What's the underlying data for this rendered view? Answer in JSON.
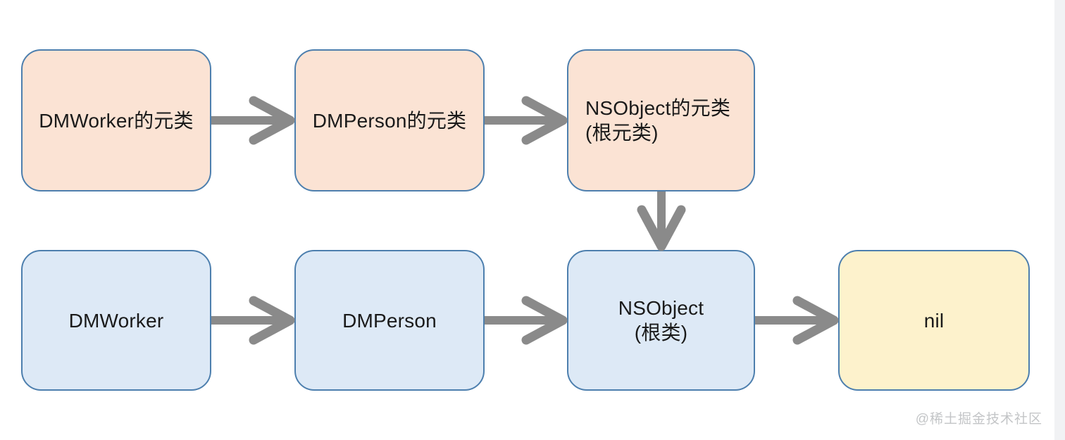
{
  "nodes": {
    "dmworker_meta": {
      "label": "DMWorker的元类"
    },
    "dmperson_meta": {
      "label": "DMPerson的元类"
    },
    "nsobject_meta": {
      "line1": "NSObject的元类",
      "line2": "(根元类)"
    },
    "dmworker": {
      "label": "DMWorker"
    },
    "dmperson": {
      "label": "DMPerson"
    },
    "nsobject": {
      "line1": "NSObject",
      "line2": "(根类)"
    },
    "nil": {
      "label": "nil"
    }
  },
  "edges": [
    {
      "from": "dmworker_meta",
      "to": "dmperson_meta",
      "direction": "right"
    },
    {
      "from": "dmperson_meta",
      "to": "nsobject_meta",
      "direction": "right"
    },
    {
      "from": "nsobject_meta",
      "to": "nsobject",
      "direction": "down"
    },
    {
      "from": "dmworker",
      "to": "dmperson",
      "direction": "right"
    },
    {
      "from": "dmperson",
      "to": "nsobject",
      "direction": "right"
    },
    {
      "from": "nsobject",
      "to": "nil",
      "direction": "right"
    }
  ],
  "colors": {
    "bg": "#ffffff",
    "meta-fill": "#fbe3d4",
    "class-fill": "#dde9f6",
    "nil-fill": "#fdf2cc",
    "border": "#4d7fae",
    "arrow": "#8a8a8a",
    "text": "#1a1a1a",
    "watermark": "#c3c5c7",
    "strip": "#f1f2f4"
  },
  "watermark": {
    "text": "@稀土掘金技术社区"
  }
}
